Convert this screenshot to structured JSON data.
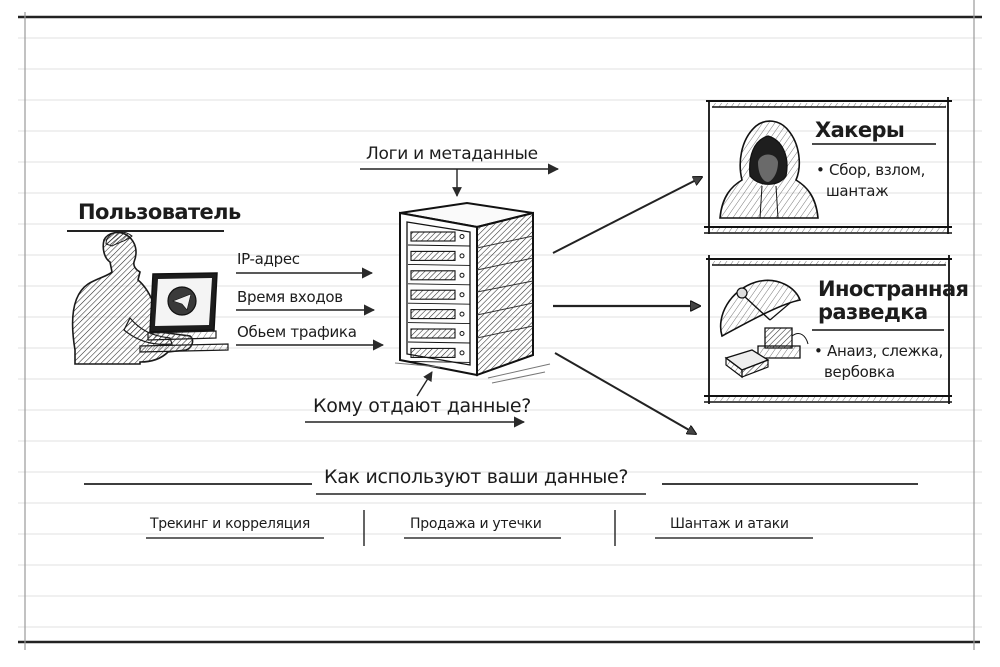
{
  "diagram": {
    "title": "Как используют ваши данные?",
    "user": {
      "label": "Пользователь",
      "screen_icon": "telegram-paper-plane-icon"
    },
    "flows_to_server": [
      {
        "label": "IP-адрес"
      },
      {
        "label": "Время входов"
      },
      {
        "label": "Обьем трафика"
      }
    ],
    "server": {
      "icon": "server-rack-icon",
      "logs_label": "Логи и метаданные",
      "question_label": "Кому отдают данные?"
    },
    "recipients": [
      {
        "title": "Хакеры",
        "icon": "hooded-hacker-icon",
        "bullets": [
          "Сбор, взлом,",
          "шантаж"
        ]
      },
      {
        "title_lines": [
          "Иностранная",
          "разведка"
        ],
        "icon": "satellite-dish-icon",
        "bullets": [
          "Анаиз, слежка,",
          "вербовка"
        ]
      }
    ],
    "uses": [
      {
        "label": "Трекинг и корреляция"
      },
      {
        "label": "Продажа и утечки"
      },
      {
        "label": "Шантаж и атаки"
      }
    ],
    "colors": {
      "ink": "#1c1c1c",
      "paper": "#ffffff",
      "ruled_line": "#e3e3e3",
      "margin_line": "#9a9a9a"
    }
  }
}
